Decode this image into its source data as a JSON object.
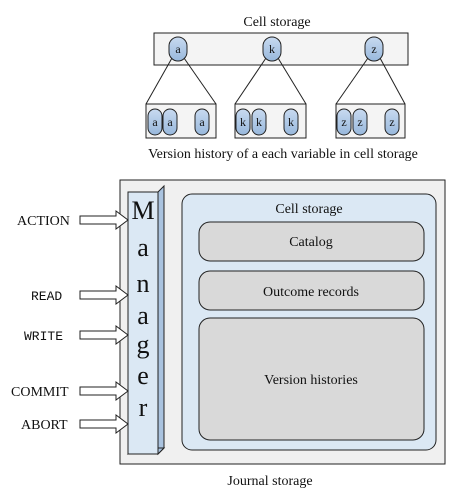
{
  "top": {
    "title": "Cell storage",
    "variables": [
      "a",
      "k",
      "z"
    ],
    "history_groups": [
      [
        "a",
        "a",
        "a"
      ],
      [
        "k",
        "k",
        "k"
      ],
      [
        "z",
        "z",
        "z"
      ]
    ],
    "caption": "Version history of a each variable in cell storage"
  },
  "manager": {
    "letters": [
      "M",
      "a",
      "n",
      "a",
      "g",
      "e",
      "r"
    ]
  },
  "inputs": {
    "action": "ACTION",
    "read": "READ",
    "write": "WRITE",
    "commit": "COMMIT",
    "abort": "ABORT"
  },
  "cell_storage": {
    "title": "Cell storage",
    "catalog": "Catalog",
    "outcome_records": "Outcome records",
    "version_histories": "Version histories"
  },
  "journal": {
    "caption": "Journal storage"
  },
  "colors": {
    "cell_bg": "#dbe8f4",
    "outer_bg": "#f0f0f0",
    "inner_box": "#d9d9d9",
    "manager_side": "#aac3df",
    "stroke": "#222222"
  }
}
